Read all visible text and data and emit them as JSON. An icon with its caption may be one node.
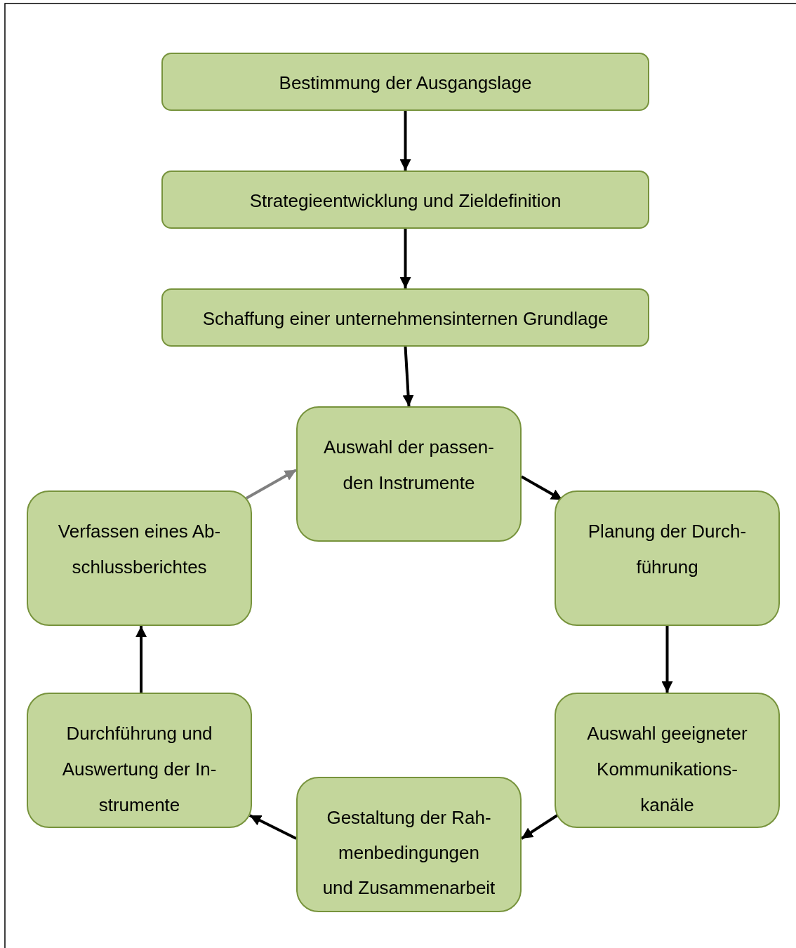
{
  "diagram": {
    "nodes": [
      {
        "text": [
          "Bestimmung der Ausgangslage"
        ]
      },
      {
        "text": [
          "Strategieentwicklung und Zieldefinition"
        ]
      },
      {
        "text": [
          "Schaffung einer unternehmensinternen Grundlage"
        ]
      },
      {
        "text": [
          "Auswahl der passen- den Instrumente"
        ]
      },
      {
        "text": [
          "Planung der Durch- führung"
        ]
      },
      {
        "text": [
          "Verfassen eines Ab- schlussberichtes"
        ]
      },
      {
        "text": [
          "Auswahl geeigneter Kommunikations- kanäle"
        ]
      },
      {
        "text": [
          "Gestaltung der Rah- menbedingungen und Zusammenarbeit"
        ]
      },
      {
        "text": [
          "Durchführung und Auswertung der In- strumente"
        ]
      }
    ],
    "edges": [
      {
        "from": 0,
        "to": 1,
        "arrow": "to"
      },
      {
        "from": 1,
        "to": 2,
        "arrow": "to"
      },
      {
        "from": 2,
        "to": 3,
        "arrow": "to"
      },
      {
        "from": 3,
        "to": 4,
        "arrow": "to"
      },
      {
        "from": 4,
        "to": 6,
        "arrow": "to"
      },
      {
        "from": 6,
        "to": 7,
        "arrow": "to"
      },
      {
        "from": 7,
        "to": 8,
        "arrow": "to"
      },
      {
        "from": 8,
        "to": 5,
        "arrow": "to"
      },
      {
        "from": 5,
        "to": 3,
        "arrow": "to",
        "color": "#808080"
      }
    ]
  }
}
